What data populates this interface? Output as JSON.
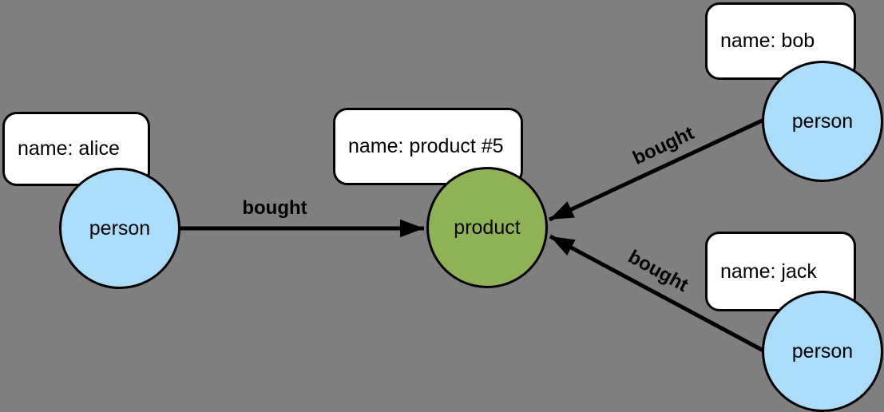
{
  "diagram": {
    "type": "property-graph"
  },
  "colors": {
    "background": "#7f7f7f",
    "person_fill": "#abdcfa",
    "product_fill": "#8fb254",
    "label_box_fill": "#ffffff",
    "node_border": "#000000",
    "edge": "#000000"
  },
  "nodes": {
    "alice": {
      "label": "person",
      "property": "name: alice"
    },
    "product5": {
      "label": "product",
      "property": "name: product #5"
    },
    "bob": {
      "label": "person",
      "property": "name: bob"
    },
    "jack": {
      "label": "person",
      "property": "name: jack"
    }
  },
  "edges": [
    {
      "label": "bought",
      "from": "alice",
      "to": "product5",
      "direction": "left-to-right"
    },
    {
      "label": "bought",
      "from": "bob",
      "to": "product5",
      "direction": "right-to-left"
    },
    {
      "label": "bought",
      "from": "jack",
      "to": "product5",
      "direction": "right-to-left"
    }
  ]
}
